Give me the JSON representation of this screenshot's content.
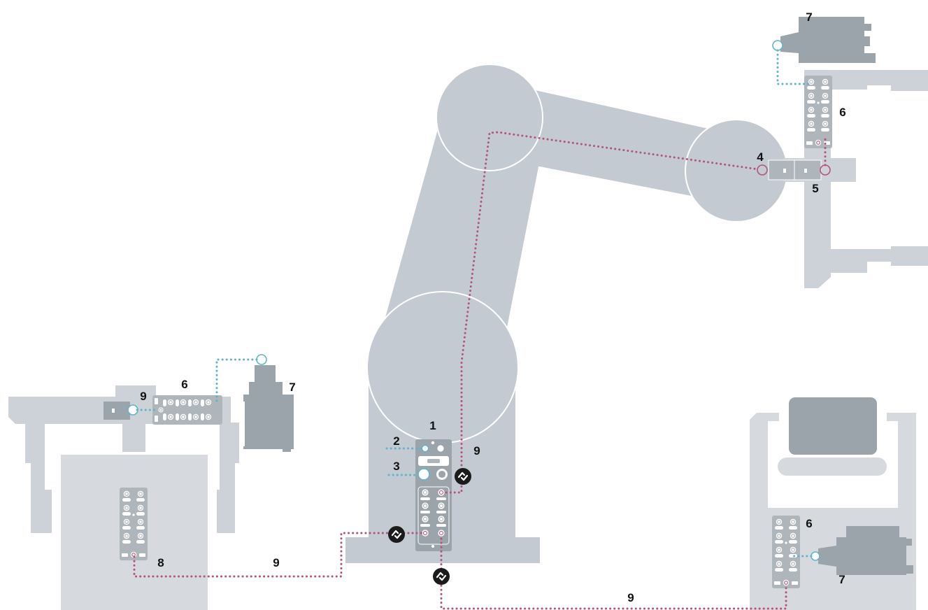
{
  "colors": {
    "robot": "#c3cad1",
    "machine_light": "#ccd2d7",
    "machine_lighter": "#d6dade",
    "device_dark": "#9ba4ab",
    "module": "#aeb5bb",
    "module_port": "#ffffff",
    "sensor_link": "#5fb4c8",
    "network_link": "#b1557a",
    "badge": "#1b1b1b",
    "label_text": "#111111"
  },
  "icons": {
    "wireless_badge": "wireless-link-icon",
    "sensor_port": "sensor-port-icon",
    "network_port": "network-port-icon"
  },
  "labels": {
    "main_module": "1",
    "sensor_port_upper": "2",
    "sensor_port_lower": "3",
    "arm_connector": "4",
    "tool_changer": "5",
    "module_top_right": "6",
    "actuator_top_right": "7",
    "module_left": "6",
    "actuator_left": "7",
    "wireless_left": "9",
    "module_bottom_left": "8",
    "link_bottom_left": "9",
    "link_robot": "9",
    "module_bottom_right": "6",
    "actuator_bottom_right": "7",
    "link_bottom": "9"
  }
}
